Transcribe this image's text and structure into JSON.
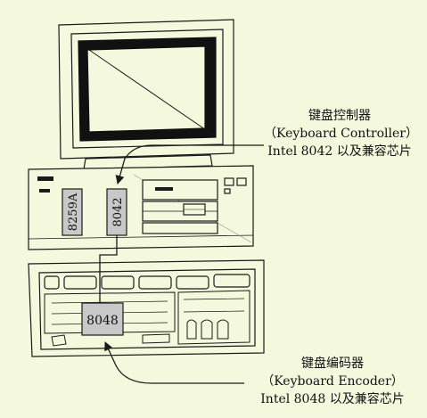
{
  "chips": {
    "pic": "8259A",
    "controller": "8042",
    "encoder": "8048"
  },
  "controller_callout": {
    "title": "键盘控制器",
    "english": "（Keyboard Controller）",
    "compat": "Intel 8042 以及兼容芯片"
  },
  "encoder_callout": {
    "title": "键盘编码器",
    "english": "（Keyboard Encoder）",
    "compat": "Intel 8048 以及兼容芯片"
  },
  "colors": {
    "background": "#f4f8dc",
    "line": "#1a1a1a",
    "chip_fill": "#c8c8c8",
    "screen_dark": "#111111"
  }
}
